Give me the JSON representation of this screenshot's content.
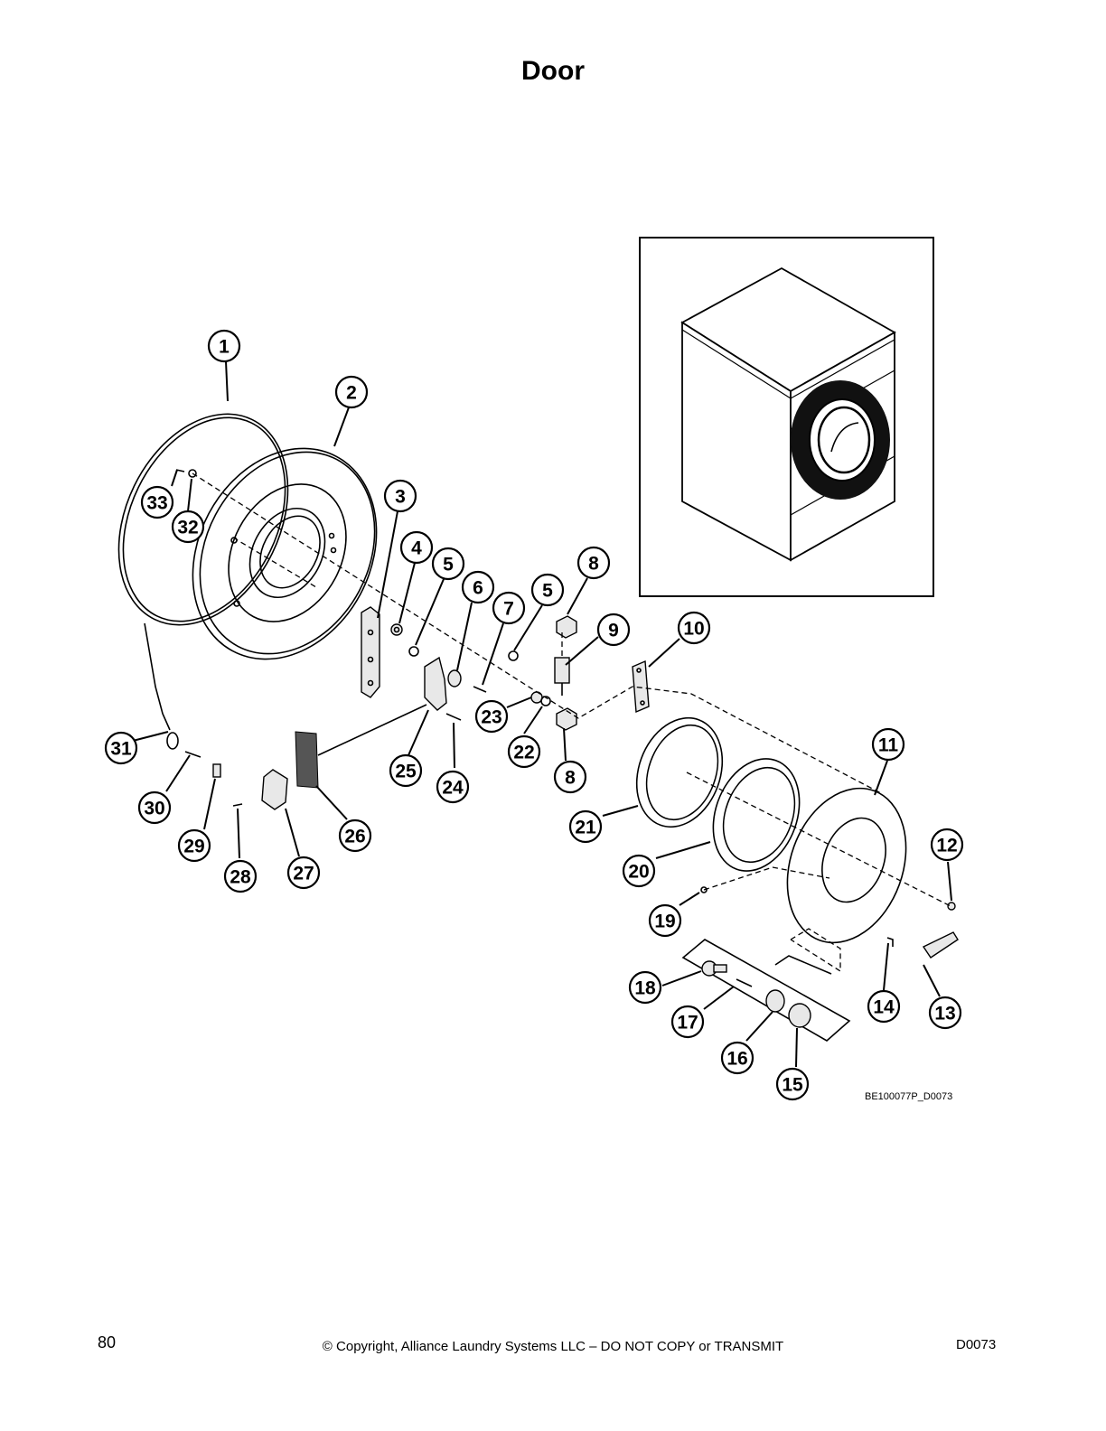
{
  "page": {
    "title": "Door",
    "page_number": "80",
    "copyright": "© Copyright, Alliance Laundry Systems LLC – DO NOT COPY or TRANSMIT",
    "document_code": "D0073",
    "drawing_code": "BE100077P_D0073"
  },
  "callouts": [
    {
      "id": "c1",
      "label": "1"
    },
    {
      "id": "c2",
      "label": "2"
    },
    {
      "id": "c3",
      "label": "3"
    },
    {
      "id": "c4",
      "label": "4"
    },
    {
      "id": "c5a",
      "label": "5"
    },
    {
      "id": "c5b",
      "label": "5"
    },
    {
      "id": "c6",
      "label": "6"
    },
    {
      "id": "c7",
      "label": "7"
    },
    {
      "id": "c8a",
      "label": "8"
    },
    {
      "id": "c8b",
      "label": "8"
    },
    {
      "id": "c9",
      "label": "9"
    },
    {
      "id": "c10",
      "label": "10"
    },
    {
      "id": "c11",
      "label": "11"
    },
    {
      "id": "c12",
      "label": "12"
    },
    {
      "id": "c13",
      "label": "13"
    },
    {
      "id": "c14",
      "label": "14"
    },
    {
      "id": "c15",
      "label": "15"
    },
    {
      "id": "c16",
      "label": "16"
    },
    {
      "id": "c17",
      "label": "17"
    },
    {
      "id": "c18",
      "label": "18"
    },
    {
      "id": "c19",
      "label": "19"
    },
    {
      "id": "c20",
      "label": "20"
    },
    {
      "id": "c21",
      "label": "21"
    },
    {
      "id": "c22",
      "label": "22"
    },
    {
      "id": "c23",
      "label": "23"
    },
    {
      "id": "c24",
      "label": "24"
    },
    {
      "id": "c25",
      "label": "25"
    },
    {
      "id": "c26",
      "label": "26"
    },
    {
      "id": "c27",
      "label": "27"
    },
    {
      "id": "c28",
      "label": "28"
    },
    {
      "id": "c29",
      "label": "29"
    },
    {
      "id": "c30",
      "label": "30"
    },
    {
      "id": "c31",
      "label": "31"
    },
    {
      "id": "c32",
      "label": "32"
    },
    {
      "id": "c33",
      "label": "33"
    }
  ]
}
